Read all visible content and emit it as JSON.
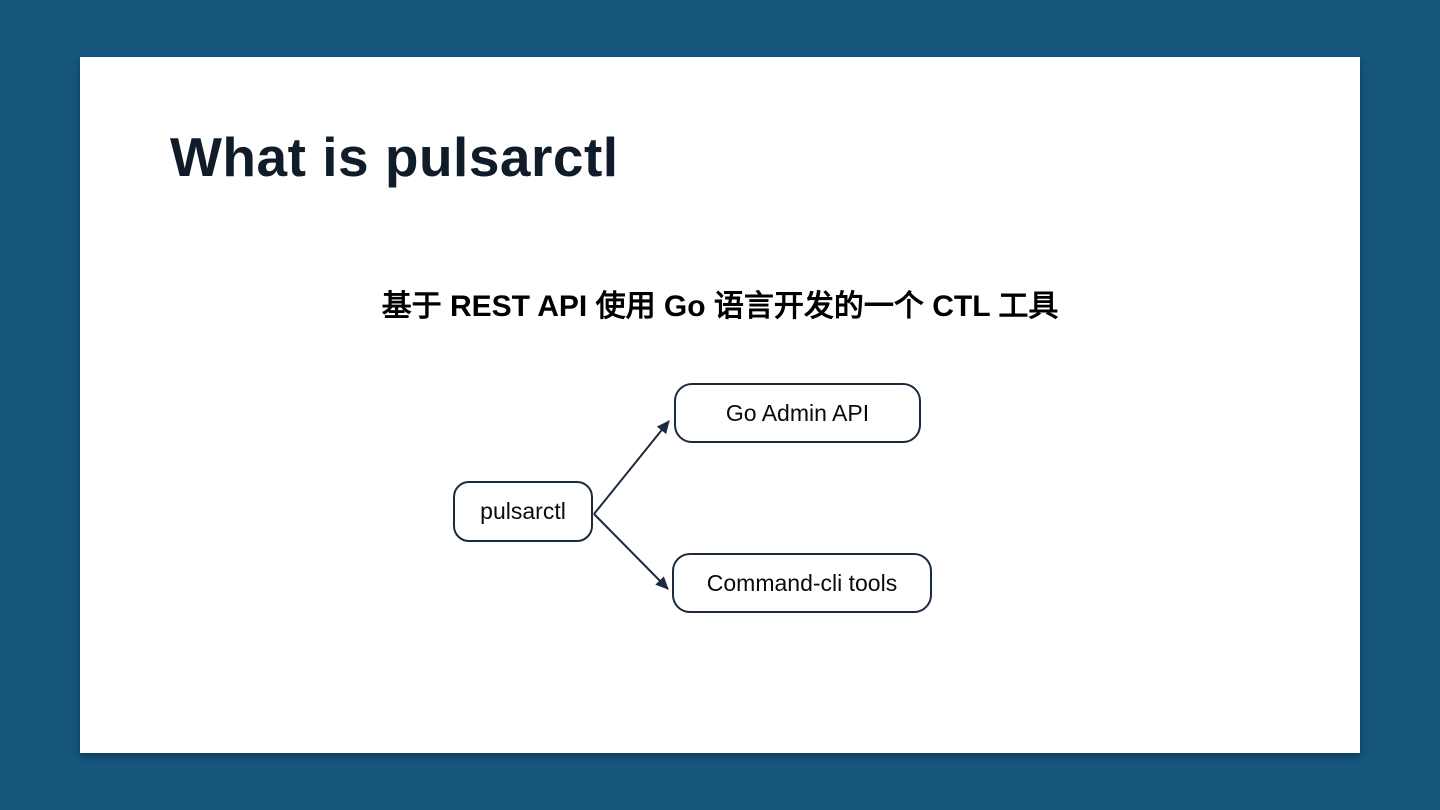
{
  "slide": {
    "title": "What is pulsarctl",
    "subtitle": "基于 REST API 使用 Go 语言开发的一个 CTL 工具",
    "diagram": {
      "nodes": [
        {
          "id": "pulsarctl",
          "label": "pulsarctl"
        },
        {
          "id": "go-admin-api",
          "label": "Go Admin API"
        },
        {
          "id": "command-cli-tools",
          "label": "Command-cli tools"
        }
      ],
      "edges": [
        {
          "from": "pulsarctl",
          "to": "go-admin-api"
        },
        {
          "from": "pulsarctl",
          "to": "command-cli-tools"
        }
      ]
    },
    "colors": {
      "canvas_background": "#16567D",
      "slide_background": "#FFFFFF",
      "title_text": "#101C29",
      "body_text": "#000000",
      "node_border": "#1C2B3C",
      "arrow": "#1C2B3C"
    }
  }
}
